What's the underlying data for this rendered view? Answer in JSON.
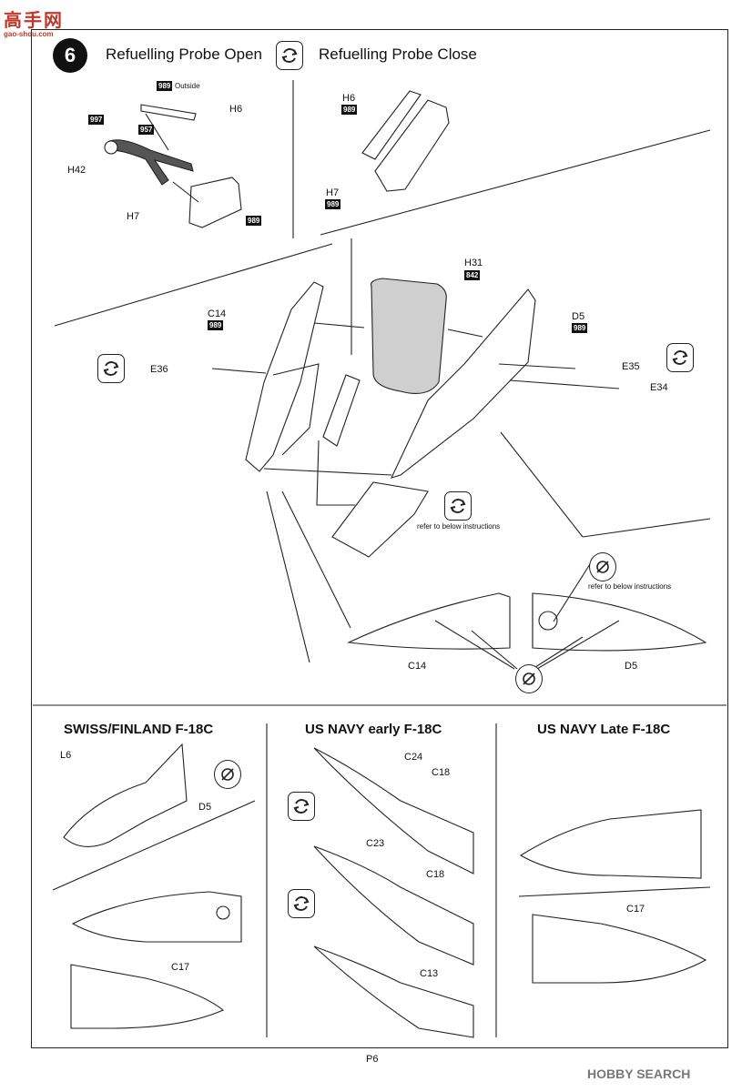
{
  "watermark": {
    "site_text": "高手网",
    "site_url": "gao-shou.com",
    "bottom_logo": "HOBBY SEARCH"
  },
  "step": {
    "number": "6",
    "probe_open": "Refuelling Probe Open",
    "probe_close": "Refuelling Probe Close"
  },
  "open_parts": {
    "outside_code": "989",
    "outside": "Outside",
    "h6": "H6",
    "code_997": "997",
    "code_957": "957",
    "h42": "H42",
    "h7": "H7",
    "h7_code": "989"
  },
  "close_parts": {
    "h6": "H6",
    "h6_code": "989",
    "h7": "H7",
    "h7_code": "989"
  },
  "main": {
    "h31": "H31",
    "h31_code": "842",
    "c14": "C14",
    "c14_code": "989",
    "d5": "D5",
    "d5_code": "989",
    "e36": "E36",
    "e35": "E35",
    "e34": "E34",
    "refer1": "refer to below instructions",
    "refer2": "refer to below instructions",
    "c14_b": "C14",
    "d5_b": "D5"
  },
  "sections": {
    "swiss": {
      "title": "SWISS/FINLAND F-18C",
      "l6": "L6",
      "d5": "D5",
      "c17": "C17"
    },
    "navy_early": {
      "title": "US NAVY early F-18C",
      "c24": "C24",
      "c18a": "C18",
      "c23": "C23",
      "c18b": "C18",
      "c13": "C13"
    },
    "navy_late": {
      "title": "US NAVY Late F-18C",
      "c17": "C17"
    }
  },
  "page": "P6",
  "colors": {
    "ink": "#111111",
    "accent_red": "#c0392b",
    "logo_grey": "#777777"
  },
  "icons": [
    "rotate-icon",
    "drill-hand-icon"
  ]
}
